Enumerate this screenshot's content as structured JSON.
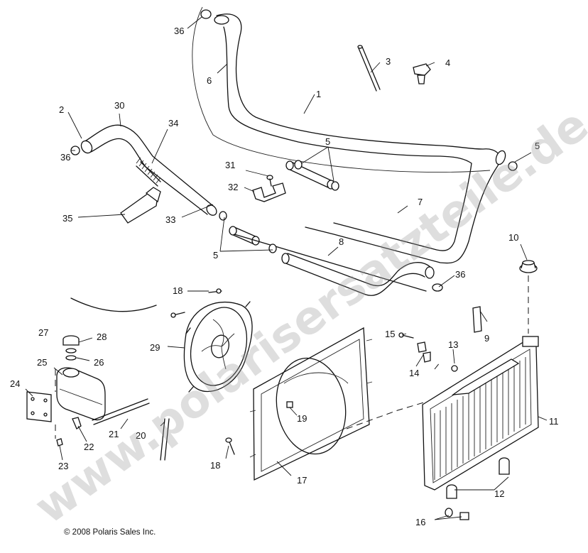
{
  "diagram": {
    "copyright": "© 2008 Polaris Sales Inc.",
    "watermark": "www.polarisersatzteile.de",
    "callouts": [
      "1",
      "2",
      "3",
      "4",
      "5",
      "5",
      "5",
      "6",
      "7",
      "8",
      "9",
      "10",
      "11",
      "12",
      "13",
      "14",
      "15",
      "16",
      "17",
      "18",
      "18",
      "19",
      "20",
      "21",
      "22",
      "23",
      "24",
      "25",
      "26",
      "27",
      "28",
      "29",
      "30",
      "31",
      "32",
      "33",
      "34",
      "35",
      "36",
      "36",
      "36"
    ],
    "parts": [
      "radiator",
      "fan-shroud",
      "cooling-fan",
      "coolant-reservoir",
      "radiator-cap",
      "coolant-hoses",
      "hose-clamps",
      "overflow-tube"
    ]
  },
  "colors": {
    "line": "#111111",
    "watermark": "#9a9a9a",
    "background": "#ffffff"
  }
}
